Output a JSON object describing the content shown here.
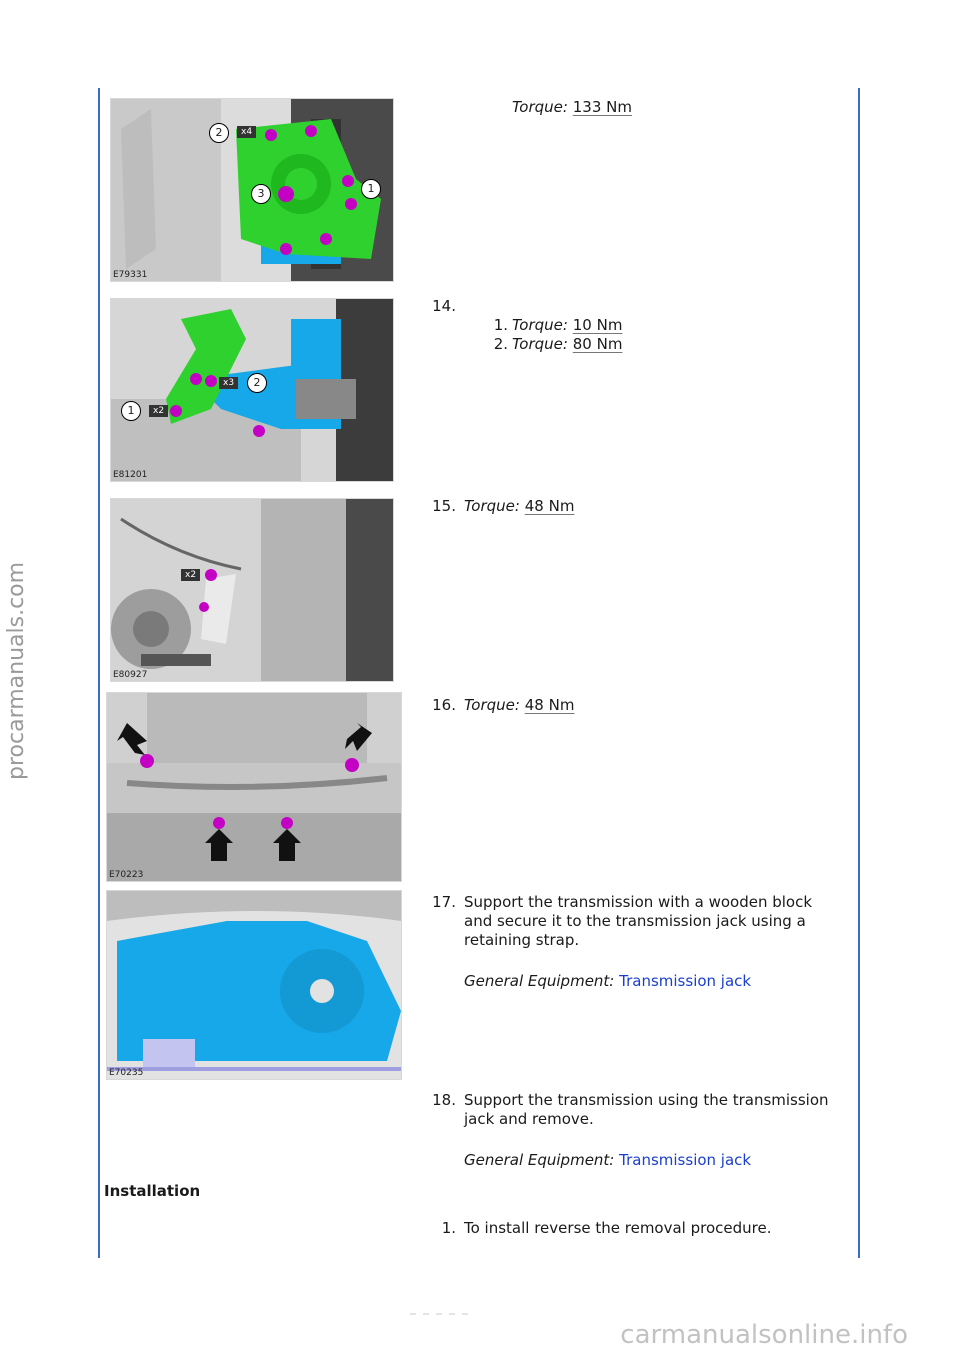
{
  "watermarks": {
    "side": "procarmanuals.com",
    "bottom": "carmanualsonline.info"
  },
  "steps": [
    {
      "figure_code": "E79331",
      "number": "",
      "lines": [
        {
          "label": "Torque:",
          "value": "133 Nm"
        }
      ]
    },
    {
      "figure_code": "E81201",
      "number": "14.",
      "sub_items": [
        {
          "n": "1.",
          "label": "Torque:",
          "value": "10 Nm"
        },
        {
          "n": "2.",
          "label": "Torque:",
          "value": "80 Nm"
        }
      ]
    },
    {
      "figure_code": "E80927",
      "number": "15.",
      "lines": [
        {
          "label": "Torque:",
          "value": "48 Nm"
        }
      ]
    },
    {
      "figure_code": "E70223",
      "number": "16.",
      "lines": [
        {
          "label": "Torque:",
          "value": "48 Nm"
        }
      ]
    },
    {
      "figure_code": "E70235",
      "number": "17.",
      "text_lines": [
        "Support the transmission with a wooden block",
        "and secure it to the transmission jack using a",
        "retaining strap."
      ],
      "equipment_label": "General Equipment:",
      "equipment_value": "Transmission jack"
    },
    {
      "number": "18.",
      "text_lines": [
        "Support the transmission using the transmission",
        "jack and remove."
      ],
      "equipment_label": "General Equipment:",
      "equipment_value": "Transmission jack"
    }
  ],
  "installation": {
    "heading": "Installation",
    "number": "1.",
    "text": "To install reverse the removal procedure."
  },
  "callouts": {
    "fig1": {
      "c1": "1",
      "c2": "2",
      "c3": "3",
      "mult": "x4"
    },
    "fig2": {
      "c1": "1",
      "c2": "2",
      "mult_a": "x2",
      "mult_b": "x3"
    },
    "fig3": {
      "mult": "x2"
    }
  },
  "colors": {
    "rule": "#3b6cc9",
    "link": "#1a3ecf",
    "highlight_green": "#2fd12f",
    "highlight_blue": "#16a8e8",
    "fastener_magenta": "#c400c4"
  }
}
